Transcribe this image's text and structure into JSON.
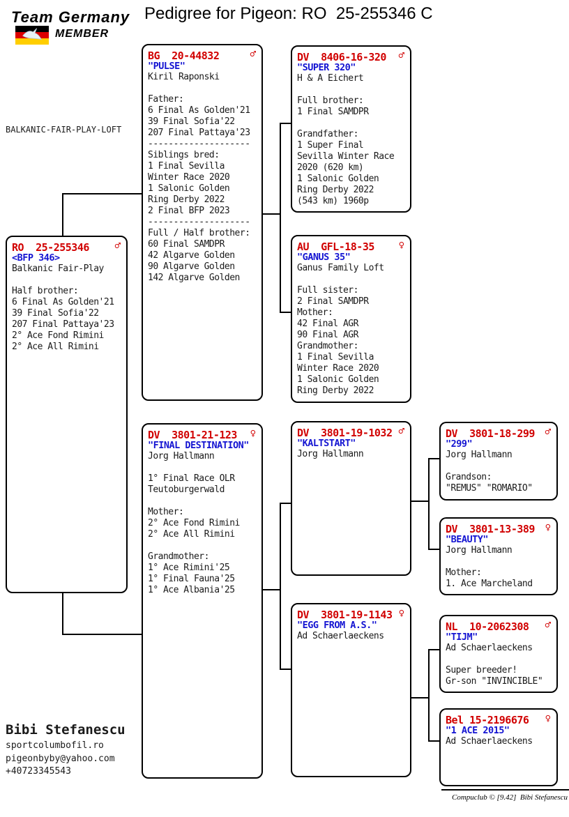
{
  "page": {
    "title": "Pedigree for Pigeon: RO  25-255346 C",
    "loft_label": "BALKANIC-FAIR-PLAY-LOFT"
  },
  "logo": {
    "team": "Team Germany",
    "member": "MEMBER"
  },
  "colors": {
    "ring_red": "#d10000",
    "name_blue": "#1414d2",
    "text_black": "#1a1a1a",
    "flag_black": "#000000",
    "flag_red": "#dd0000",
    "flag_gold": "#ffce00"
  },
  "pigeons": {
    "subject": {
      "ring": "RO  25-255346",
      "sex": "male",
      "sex_symbol": "♂",
      "name": "<BFP 346>",
      "details": "Balkanic Fair-Play\n\nHalf brother:\n6 Final As Golden'21\n39 Final Sofia'22\n207 Final Pattaya'23\n2° Ace Fond Rimini\n2° Ace All Rimini"
    },
    "sire": {
      "ring": "BG  20-44832",
      "sex": "male",
      "sex_symbol": "♂",
      "name": "\"PULSE\"",
      "details": "Kiril Raponski\n\nFather:\n6 Final As Golden'21\n39 Final Sofia'22\n207 Final Pattaya'23\n--------------------\nSiblings bred:\n1 Final Sevilla\nWinter Race 2020\n1 Salonic Golden\nRing Derby 2022\n2 Final BFP 2023\n--------------------\nFull / Half brother:\n60 Final SAMDPR\n42 Algarve Golden\n90 Algarve Golden\n142 Algarve Golden"
    },
    "dam": {
      "ring": "DV  3801-21-123",
      "sex": "female",
      "sex_symbol": "♀",
      "name": "\"FINAL DESTINATION\"",
      "details": "Jorg Hallmann\n\n1° Final Race OLR\nTeutoburgerwald\n\nMother:\n2° Ace Fond Rimini\n2° Ace All Rimini\n\nGrandmother:\n1° Ace Rimini'25\n1° Final Fauna'25\n1° Ace Albania'25"
    },
    "sire_sire": {
      "ring": "DV  8406-16-320",
      "sex": "male",
      "sex_symbol": "♂",
      "name": "\"SUPER 320\"",
      "details": "H & A Eichert\n\nFull brother:\n1 Final SAMDPR\n\nGrandfather:\n1 Super Final\nSevilla Winter Race\n2020 (620 km)\n1 Salonic Golden\nRing Derby 2022\n(543 km) 1960p"
    },
    "sire_dam": {
      "ring": "AU  GFL-18-35",
      "sex": "female",
      "sex_symbol": "♀",
      "name": "\"GANUS 35\"",
      "details": "Ganus Family Loft\n\nFull sister:\n2 Final SAMDPR\nMother:\n42 Final AGR\n90 Final AGR\nGrandmother:\n1 Final Sevilla\nWinter Race 2020\n1 Salonic Golden\nRing Derby 2022"
    },
    "dam_sire": {
      "ring": "DV  3801-19-1032",
      "sex": "male",
      "sex_symbol": "♂",
      "name": "\"KALTSTART\"",
      "details": "Jorg Hallmann"
    },
    "dam_dam": {
      "ring": "DV  3801-19-1143",
      "sex": "female",
      "sex_symbol": "♀",
      "name": "\"EGG FROM A.S.\"",
      "details": "Ad Schaerlaeckens"
    },
    "dam_sire_sire": {
      "ring": "DV  3801-18-299",
      "sex": "male",
      "sex_symbol": "♂",
      "name": "\"299\"",
      "details": "Jorg Hallmann\n\nGrandson:\n\"REMUS\" \"ROMARIO\""
    },
    "dam_sire_dam": {
      "ring": "DV  3801-13-389",
      "sex": "female",
      "sex_symbol": "♀",
      "name": "\"BEAUTY\"",
      "details": "Jorg Hallmann\n\nMother:\n1. Ace Marcheland"
    },
    "dam_dam_sire": {
      "ring": "NL  10-2062308",
      "sex": "male",
      "sex_symbol": "♂",
      "name": "\"TIJM\"",
      "details": "Ad Schaerlaeckens\n\nSuper breeder!\nGr-son \"INVINCIBLE\""
    },
    "dam_dam_dam": {
      "ring": "Bel 15-2196676",
      "sex": "female",
      "sex_symbol": "♀",
      "name": "\"1 ACE 2015\"",
      "details": "Ad Schaerlaeckens"
    }
  },
  "footer": {
    "name": "Bibi Stefanescu",
    "website": "sportcolumbofil.ro",
    "email": "pigeonbyby@yahoo.com",
    "phone": "+40723345543",
    "software_credit": "Compuclub © [9.42]  Bibi Stefanescu"
  }
}
